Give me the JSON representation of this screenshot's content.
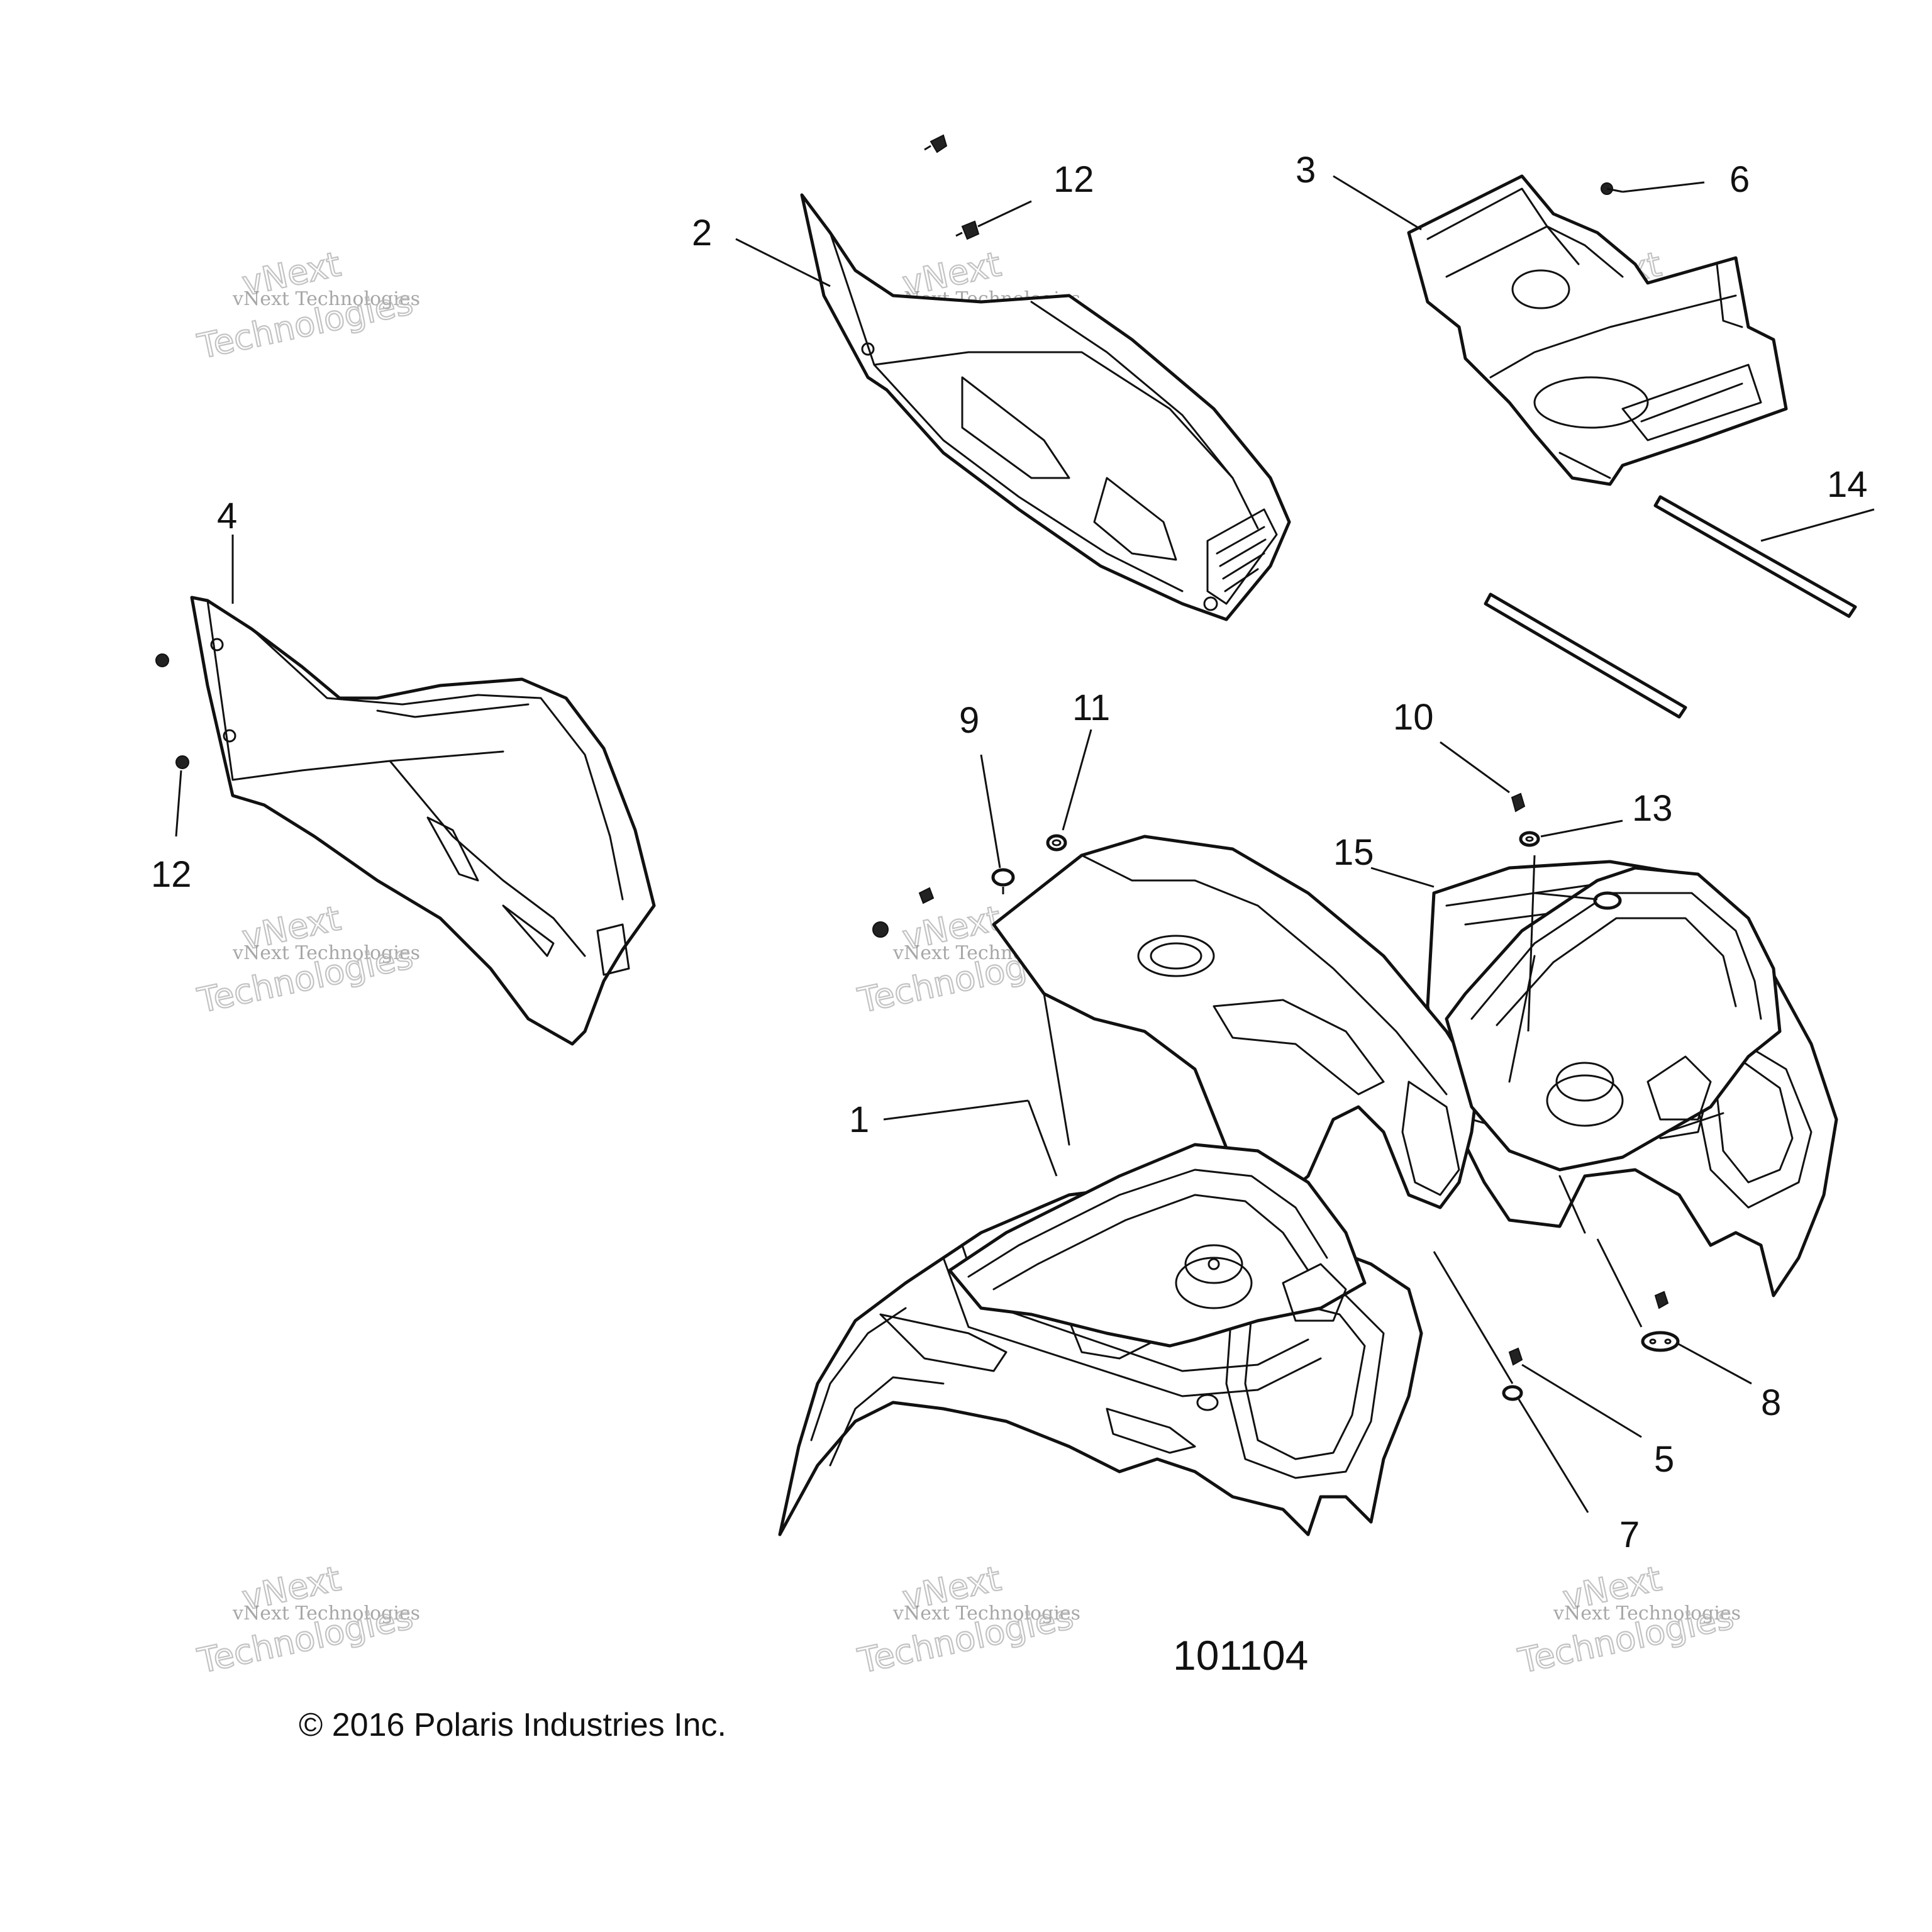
{
  "diagram": {
    "figure_id": "101104",
    "copyright": "© 2016 Polaris Industries Inc.",
    "watermark": {
      "line1": "vNext Technologies",
      "line2_a": "vNext",
      "line2_b": "Technologies"
    },
    "callouts": [
      {
        "id": "c1",
        "label": "1"
      },
      {
        "id": "c2",
        "label": "2"
      },
      {
        "id": "c3",
        "label": "3"
      },
      {
        "id": "c4",
        "label": "4"
      },
      {
        "id": "c5",
        "label": "5"
      },
      {
        "id": "c6",
        "label": "6"
      },
      {
        "id": "c7",
        "label": "7"
      },
      {
        "id": "c8",
        "label": "8"
      },
      {
        "id": "c9",
        "label": "9"
      },
      {
        "id": "c10",
        "label": "10"
      },
      {
        "id": "c11",
        "label": "11"
      },
      {
        "id": "c12a",
        "label": "12"
      },
      {
        "id": "c12b",
        "label": "12"
      },
      {
        "id": "c13",
        "label": "13"
      },
      {
        "id": "c14",
        "label": "14"
      },
      {
        "id": "c15",
        "label": "15"
      }
    ]
  }
}
